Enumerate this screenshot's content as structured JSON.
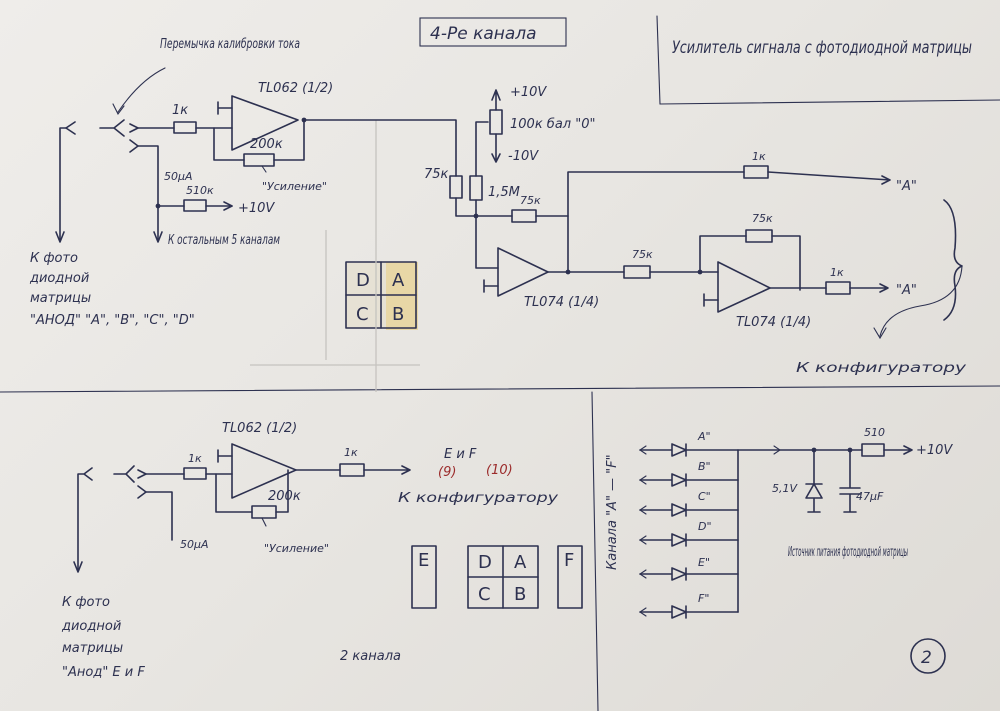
{
  "header": {
    "title": "4-Ре канала",
    "subtitle": "Усилитель сигнала с фотодиодной матрицы"
  },
  "top": {
    "jumper_label": "Перемычка калибровки тока",
    "opamp1": "TL062 (1/2)",
    "r_in": "1к",
    "r_fb": "200к",
    "gain_label": "\"Усиление\"",
    "current": "50μA",
    "r_bias": "510к",
    "v_bias": "+10V",
    "to_others": "К остальным 5 каналам",
    "to_anode": [
      "К фото",
      "диодной",
      "матрицы",
      "\"АНОД\" \"A\", \"B\", \"C\", \"D\""
    ],
    "supply_pos": "+10V",
    "supply_neg": "-10V",
    "pot": "100к бал \"0\"",
    "r75a": "75к",
    "r15m": "1,5М",
    "r75b": "75к",
    "r1k_a": "1к",
    "out_a": "\"A\"",
    "r75c": "75к",
    "r75d": "75к",
    "r1k_b": "1к",
    "out_na": "\"A\"",
    "opamp2": "TL074 (1/4)",
    "opamp3": "TL074 (1/4)",
    "to_config": "К конфигуратору",
    "quad": [
      "D",
      "A",
      "C",
      "B"
    ]
  },
  "bottom": {
    "opamp": "TL062 (1/2)",
    "r_in": "1к",
    "r_out": "1к",
    "r_fb": "200к",
    "gain_label": "\"Усиление\"",
    "current": "50μA",
    "ef": "E и F",
    "pin9": "(9)",
    "pin10": "(10)",
    "to_config": "К конфигуратору",
    "to_anode": [
      "К фото",
      "диодной",
      "матрицы",
      "\"Анод\" E и F"
    ],
    "channels2": "2 канала",
    "quad": [
      "D",
      "A",
      "C",
      "B"
    ],
    "side_left": "E",
    "side_right": "F"
  },
  "power": {
    "channels": "Канала \"A\" — \"F\"",
    "diode_labels": [
      "A\"",
      "B\"",
      "C\"",
      "D\"",
      "E\"",
      "F\""
    ],
    "r_series": "510",
    "v_supply": "+10V",
    "zener": "5,1V",
    "cap": "47μF",
    "source_label": "Источник питания фотодиодной матрицы"
  },
  "page_number": "2"
}
